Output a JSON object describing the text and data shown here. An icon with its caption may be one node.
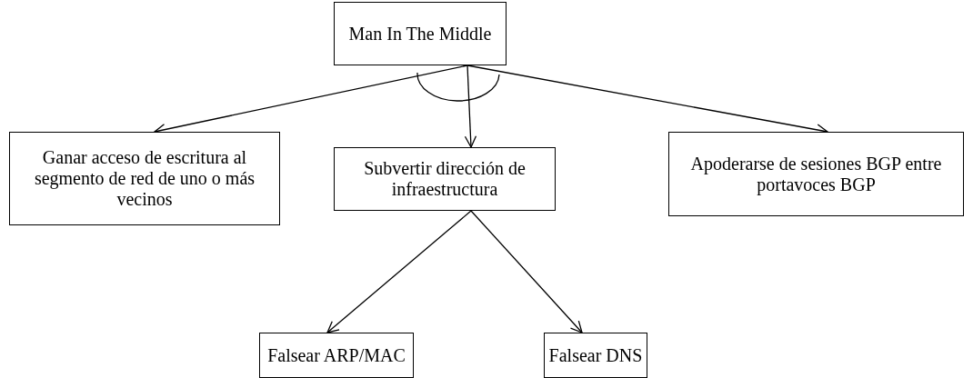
{
  "diagram": {
    "nodes": [
      {
        "text": [
          "Man In The Middle"
        ]
      },
      {
        "text": [
          "Ganar acceso de escritura al segmento de red de uno o más vecinos"
        ]
      },
      {
        "text": [
          "Subvertir dirección de infraestructura"
        ]
      },
      {
        "text": [
          "Apoderarse de sesiones BGP entre portavoces BGP"
        ]
      },
      {
        "text": [
          "Falsear ARP/MAC"
        ]
      },
      {
        "text": [
          "Falsear DNS"
        ]
      }
    ],
    "edges": [
      {
        "from": 0,
        "to": 1,
        "arrow": "to"
      },
      {
        "from": 0,
        "to": 2,
        "arrow": "to"
      },
      {
        "from": 0,
        "to": 3,
        "arrow": "to"
      },
      {
        "from": 2,
        "to": 4,
        "arrow": "to"
      },
      {
        "from": 2,
        "to": 5,
        "arrow": "to"
      }
    ]
  }
}
